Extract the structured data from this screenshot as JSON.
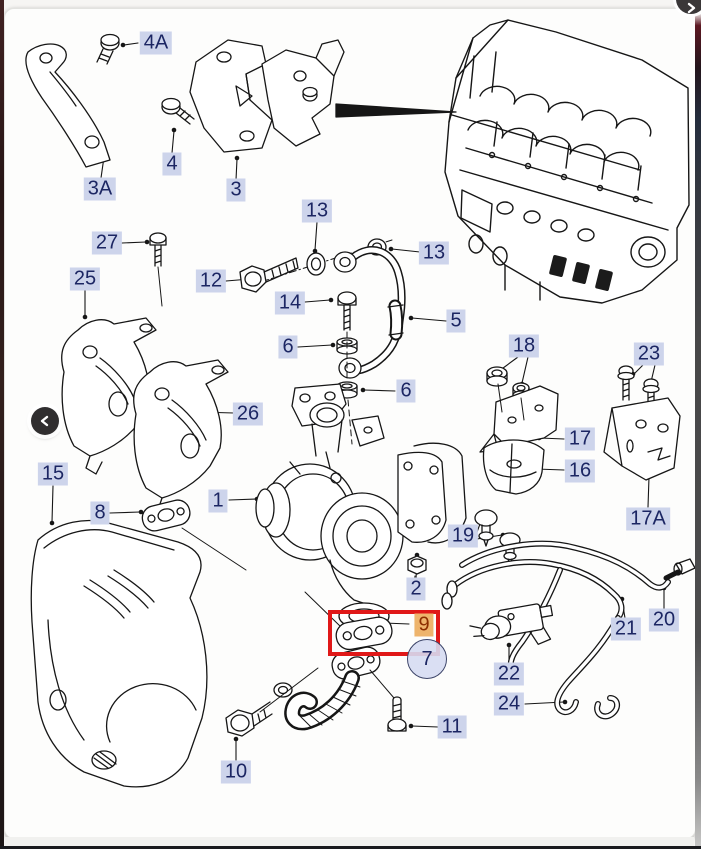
{
  "diagram": {
    "description_visible_text_only": "",
    "labels": [
      {
        "text": "1"
      },
      {
        "text": "2"
      },
      {
        "text": "3"
      },
      {
        "text": "3A"
      },
      {
        "text": "4"
      },
      {
        "text": "4A"
      },
      {
        "text": "5"
      },
      {
        "text": "6"
      },
      {
        "text": "6"
      },
      {
        "text": "7"
      },
      {
        "text": "8"
      },
      {
        "text": "9"
      },
      {
        "text": "10"
      },
      {
        "text": "11"
      },
      {
        "text": "12"
      },
      {
        "text": "13"
      },
      {
        "text": "13"
      },
      {
        "text": "14"
      },
      {
        "text": "15"
      },
      {
        "text": "16"
      },
      {
        "text": "17"
      },
      {
        "text": "17A"
      },
      {
        "text": "18"
      },
      {
        "text": "19"
      },
      {
        "text": "20"
      },
      {
        "text": "21"
      },
      {
        "text": "22"
      },
      {
        "text": "23"
      },
      {
        "text": "24"
      },
      {
        "text": "25"
      },
      {
        "text": "26"
      },
      {
        "text": "27"
      }
    ],
    "selection": {
      "highlighted_label": "9",
      "circled_label": "7"
    },
    "colors": {
      "label_bg": "#cdd4eb",
      "label_text": "#1c2663",
      "selected_label_bg": "#eeb46c",
      "selected_label_text": "#8c2e00",
      "highlight_box": "#e01818",
      "circle_fill": "#d7dbf2",
      "line_color": "#161616"
    }
  },
  "nav": {
    "prev_glyph": "‹",
    "next_glyph": "›"
  }
}
